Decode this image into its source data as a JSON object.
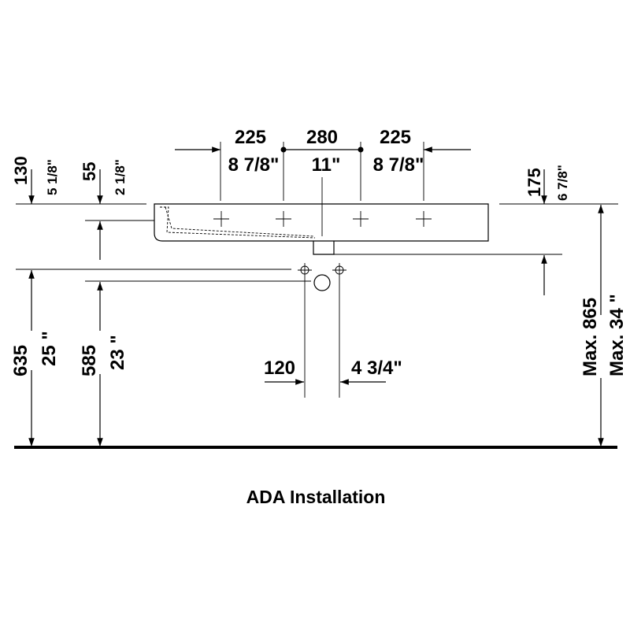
{
  "caption": "ADA Installation",
  "top_dims": {
    "left_mm": "225",
    "left_in": "8 7/8\"",
    "center_mm": "280",
    "center_in": "11\"",
    "right_mm": "225",
    "right_in": "8 7/8\""
  },
  "upper_left": {
    "a_mm": "130",
    "a_in": "5 1/8\"",
    "b_mm": "55",
    "b_in": "2 1/8\""
  },
  "upper_right": {
    "mm": "175",
    "in": "6 7/8\""
  },
  "lower_left": {
    "a_mm": "635",
    "a_in": "25 \"",
    "b_mm": "585",
    "b_in": "23 \""
  },
  "drain_width": {
    "mm": "120",
    "in": "4 3/4\""
  },
  "max_height": {
    "mm": "Max. 865",
    "in": "Max. 34 \""
  }
}
